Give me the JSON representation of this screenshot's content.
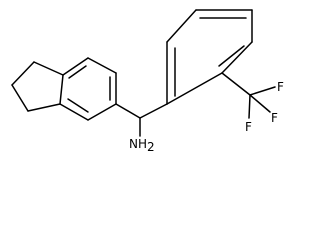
{
  "molecule": {
    "amine_label": {
      "main": "NH",
      "subscript": "2"
    },
    "fluorine_labels": [
      "F",
      "F",
      "F"
    ]
  }
}
